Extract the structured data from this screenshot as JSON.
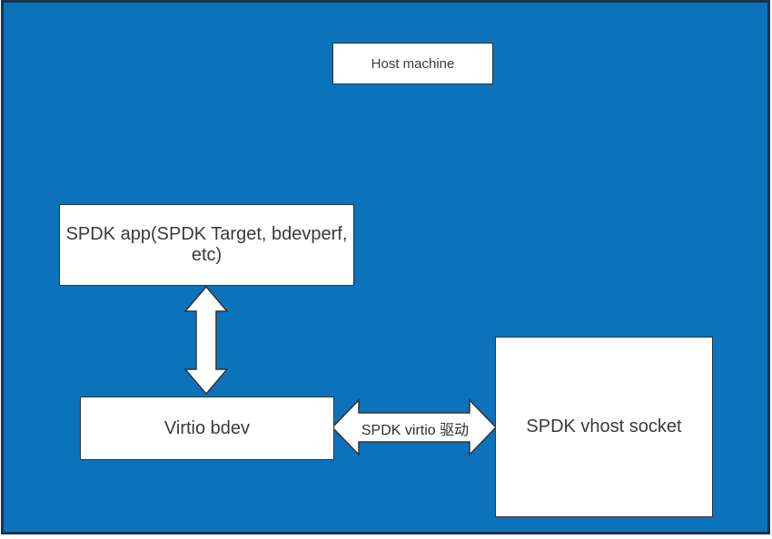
{
  "diagram": {
    "colors": {
      "canvas_blue": "#0d72bc",
      "canvas_border": "#173450",
      "box_fill": "#ffffff",
      "box_border": "#333333",
      "text": "#3a3a3a"
    },
    "boxes": {
      "host_machine": {
        "label": "Host machine"
      },
      "spdk_app": {
        "label": "SPDK app(SPDK Target, bdevperf, etc)"
      },
      "virtio_bdev": {
        "label": "Virtio bdev"
      },
      "spdk_vhost_socket": {
        "label": "SPDK vhost socket"
      }
    },
    "arrows": {
      "app_to_bdev": {
        "type": "vertical-double-arrow"
      },
      "bdev_to_socket": {
        "type": "horizontal-double-arrow",
        "label": "SPDK virtio 驱动"
      }
    }
  }
}
